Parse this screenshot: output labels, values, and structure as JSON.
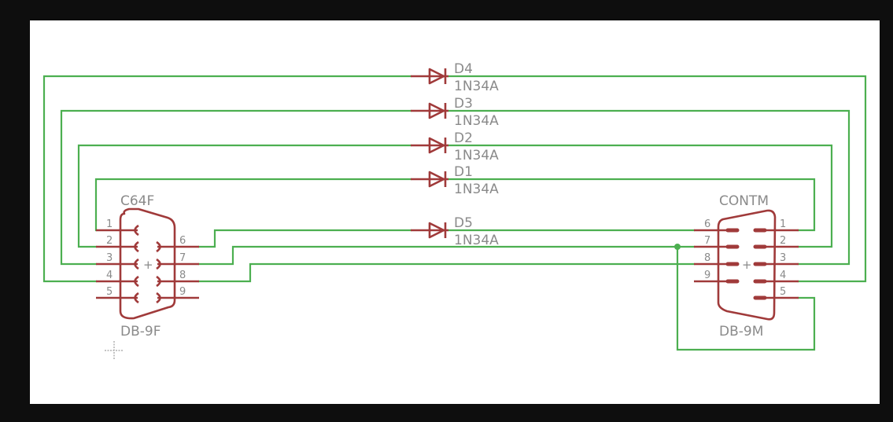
{
  "schematic": {
    "wire_color": "#4caf50",
    "part_color": "#a03a3a",
    "label_color": "#8a8a8a",
    "connectors": [
      {
        "name": "C64F",
        "value": "DB-9F",
        "type": "female",
        "left_pins": [
          "1",
          "2",
          "3",
          "4",
          "5"
        ],
        "right_pins": [
          "6",
          "7",
          "8",
          "9"
        ]
      },
      {
        "name": "CONTM",
        "value": "DB-9M",
        "type": "male",
        "left_pins": [
          "6",
          "7",
          "8",
          "9"
        ],
        "right_pins": [
          "1",
          "2",
          "3",
          "4",
          "5"
        ]
      }
    ],
    "diodes": [
      {
        "name": "D4",
        "value": "1N34A"
      },
      {
        "name": "D3",
        "value": "1N34A"
      },
      {
        "name": "D2",
        "value": "1N34A"
      },
      {
        "name": "D1",
        "value": "1N34A"
      },
      {
        "name": "D5",
        "value": "1N34A"
      }
    ],
    "nets": [
      {
        "from": "C64F.4",
        "via": "D4",
        "to": "CONTM.4"
      },
      {
        "from": "C64F.3",
        "via": "D3",
        "to": "CONTM.3"
      },
      {
        "from": "C64F.2",
        "via": "D2",
        "to": "CONTM.2"
      },
      {
        "from": "C64F.1",
        "via": "D1",
        "to": "CONTM.1"
      },
      {
        "from": "C64F.6",
        "via": "D5",
        "to": "CONTM.6"
      },
      {
        "from": "C64F.7",
        "to": "CONTM.7",
        "junction": "CONTM.5"
      },
      {
        "from": "C64F.8",
        "to": "CONTM.8"
      }
    ]
  }
}
